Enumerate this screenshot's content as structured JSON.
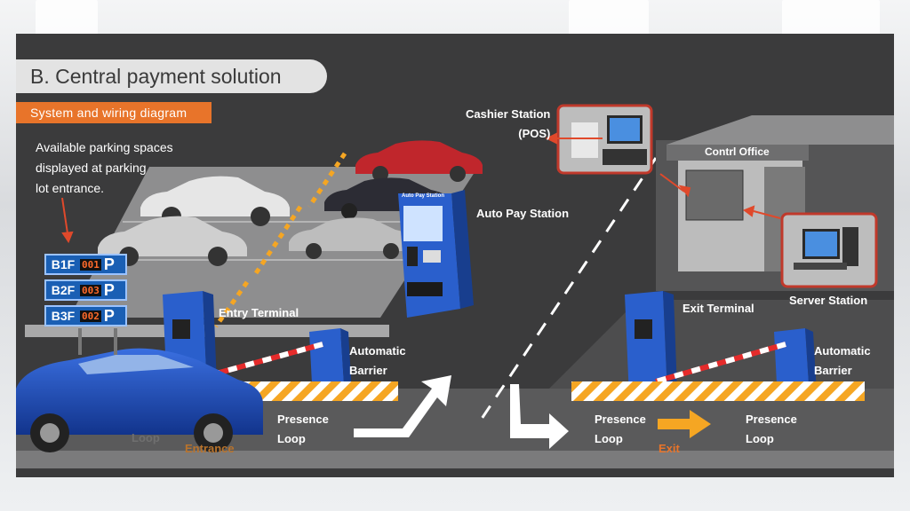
{
  "header": {
    "title": "B. Central payment solution",
    "subtitle": "System and wiring diagram"
  },
  "note": {
    "line1": "Available parking spaces",
    "line2": "displayed at parking",
    "line3": "lot entrance."
  },
  "floor_signs": [
    {
      "floor": "B1F",
      "count": "001",
      "symbol": "P"
    },
    {
      "floor": "B2F",
      "count": "003",
      "symbol": "P"
    },
    {
      "floor": "B3F",
      "count": "002",
      "symbol": "P"
    }
  ],
  "labels": {
    "cashier_line1": "Cashier Station",
    "cashier_line2": "(POS)",
    "auto_pay": "Auto Pay Station",
    "pay_station_header": "Auto Pay Station",
    "control_office": "Contrl Office",
    "server_station": "Server Station",
    "entry_terminal": "Entry Terminal",
    "exit_terminal": "Exit Terminal",
    "barrier_entry_line1": "Automatic",
    "barrier_entry_line2": "Barrier",
    "barrier_exit_line1": "Automatic",
    "barrier_exit_line2": "Barrier",
    "presence_entry_line1": "Presence",
    "presence_entry_line2": "Loop",
    "presence_exit1_line1": "Presence",
    "presence_exit1_line2": "Loop",
    "presence_exit2_line1": "Presence",
    "presence_exit2_line2": "Loop",
    "loop_faint": "Loop",
    "entrance": "Entrance",
    "exit": "Exit"
  },
  "colors": {
    "accent_orange": "#e8742a",
    "sign_blue": "#1a5fb4",
    "highlight_red": "#c0392b",
    "stage_dark": "#3b3b3c"
  }
}
